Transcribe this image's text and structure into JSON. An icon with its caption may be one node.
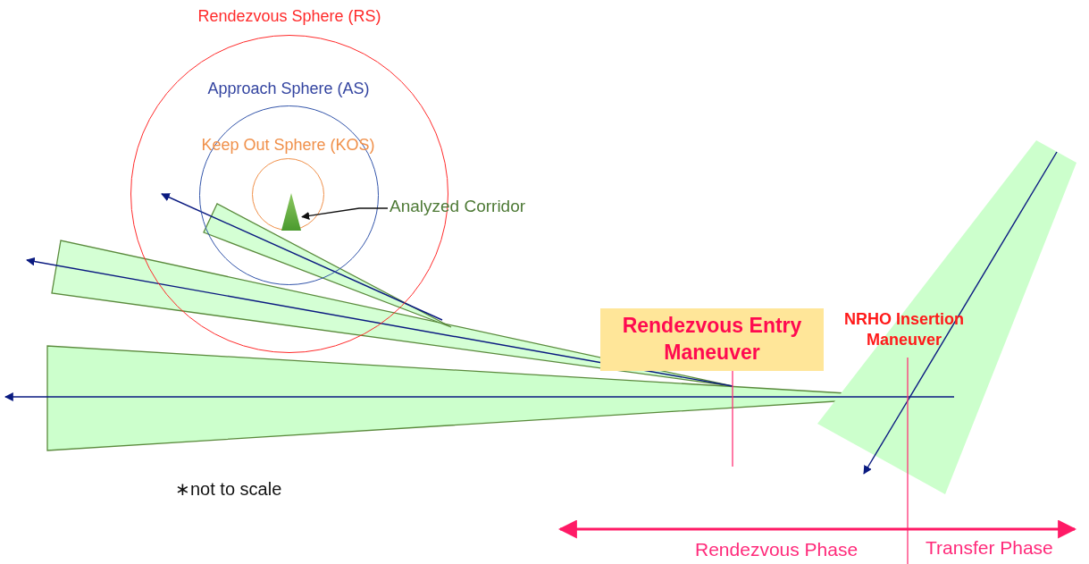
{
  "diagram": {
    "nodes": [
      {
        "text": [
          "Rendezvous Sphere (RS)"
        ]
      },
      {
        "text": [
          "Approach Sphere (AS)"
        ],
        "in": 0
      },
      {
        "text": [
          "Keep Out Sphere (KOS)"
        ],
        "in": 1
      },
      {
        "text": [
          "Analyzed Corridor"
        ]
      },
      {
        "text": [],
        "shape": "triangle",
        "in": 2
      },
      {
        "text": [
          "Rendezvous Entry Maneuver"
        ]
      },
      {
        "text": [
          "NRHO Insertion Maneuver"
        ]
      }
    ],
    "edges": [
      {
        "from": 3,
        "to": 4,
        "arrow": "to"
      }
    ],
    "labels": [
      "∗not to scale",
      "Rendezvous Phase",
      "Transfer Phase"
    ]
  }
}
